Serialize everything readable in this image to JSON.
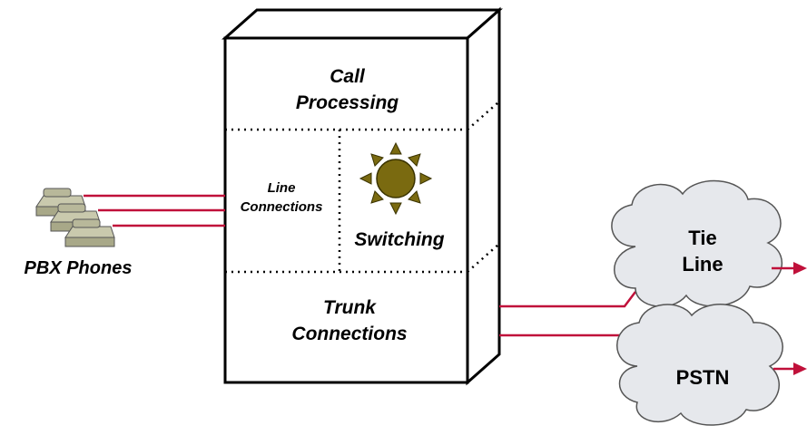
{
  "pbx": {
    "call_processing_line1": "Call",
    "call_processing_line2": "Processing",
    "line_connections_line1": "Line",
    "line_connections_line2": "Connections",
    "switching": "Switching",
    "trunk_connections_line1": "Trunk",
    "trunk_connections_line2": "Connections"
  },
  "phones_label": "PBX Phones",
  "clouds": {
    "tie_line_line1": "Tie",
    "tie_line_line2": "Line",
    "pstn": "PSTN"
  },
  "colors": {
    "line": "#c0103a",
    "cloud_fill": "#e6e8ec",
    "sun_fill": "#7a6a10",
    "phone_fill": "#b8b89a"
  },
  "icons": [
    "phone-icon",
    "sun-icon",
    "cloud-icon",
    "arrow-icon"
  ]
}
